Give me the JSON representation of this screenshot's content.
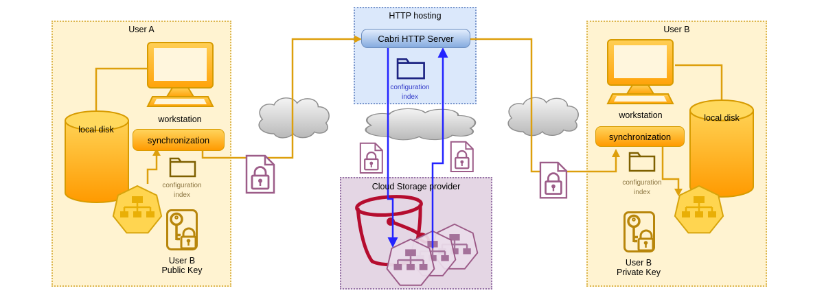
{
  "user_a": {
    "title": "User A",
    "workstation_label": "workstation",
    "local_disk_label": "local disk",
    "sync_button_label": "synchronization",
    "config_index_line1": "configuration",
    "config_index_line2": "index",
    "key_caption_line1": "User B",
    "key_caption_line2": "Public Key"
  },
  "http_hosting": {
    "title": "HTTP hosting",
    "server_button_label": "Cabri HTTP Server",
    "config_index_line1": "configuration",
    "config_index_line2": "index"
  },
  "cloud_storage": {
    "title": "Cloud Storage provider"
  },
  "user_b": {
    "title": "User B",
    "workstation_label": "workstation",
    "local_disk_label": "local disk",
    "sync_button_label": "synchronization",
    "config_index_line1": "configuration",
    "config_index_line2": "index",
    "key_caption_line1": "User B",
    "key_caption_line2": "Private Key"
  },
  "icons": {
    "workstation": "computer-monitor-icon",
    "local_disk": "disk-cylinder-icon",
    "configuration_index": "folder-icon",
    "sync_tree": "tree-heptagon-icon",
    "encrypted_file": "lock-document-icon",
    "user_key": "key-lock-icon",
    "internet": "cloud-icon",
    "storage_bucket": "bucket-icon"
  },
  "colors": {
    "user_panel_bg": "#fff3d1",
    "user_panel_border": "#dcb64e",
    "orange_fill": "#ffa30a",
    "orange_stroke": "#d79b00",
    "orange_line": "#dd9f0c",
    "http_panel_bg": "#dbe8fb",
    "http_panel_border": "#7b97cc",
    "server_button_border": "#6c8ebf",
    "navy_folder": "#1c2382",
    "blue_line": "#2323ff",
    "storage_panel_bg": "#e4d6e4",
    "storage_panel_border": "#9673a6",
    "bucket_red": "#b50d2f",
    "lock_doc_purple": "#9c5c88",
    "gold_icon": "#b8860b",
    "cloud_gray": "#c9c9c9"
  }
}
